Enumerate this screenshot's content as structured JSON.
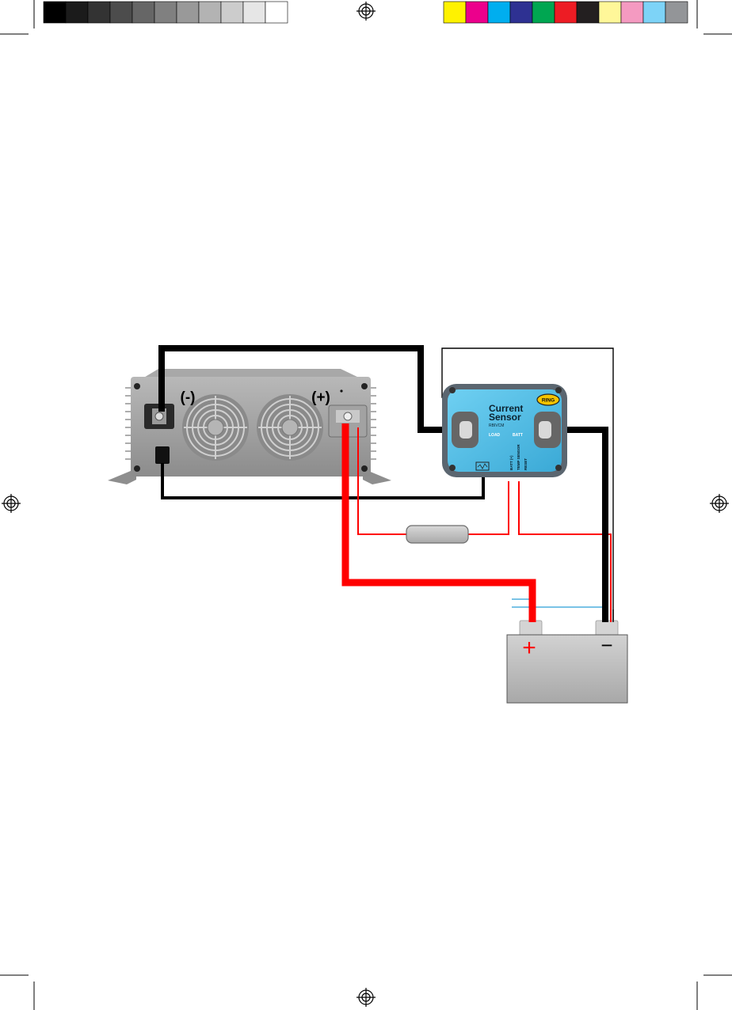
{
  "colors": {
    "gray_steps": [
      "#000000",
      "#1b1b1b",
      "#333333",
      "#4c4c4c",
      "#666666",
      "#808080",
      "#999999",
      "#b3b3b3",
      "#cccccc",
      "#e6e6e6",
      "#ffffff"
    ],
    "process_steps": [
      "#fff200",
      "#ec008c",
      "#00aeef",
      "#2e3192",
      "#00a651",
      "#ed1c24",
      "#231f20",
      "#fff799",
      "#f49ac1",
      "#7dd3f7",
      "#939598"
    ],
    "cable_red": "#ff0000",
    "cable_black": "#000000",
    "sense_wire_blue": "#2a9fd8",
    "sensor_body": "#4fb9e0",
    "inverter_body": "#9c9c9c",
    "battery_body": "#b3b3b3"
  },
  "inverter": {
    "neg_label": "(-)",
    "pos_label": "(+)"
  },
  "sensor": {
    "brand": "RING",
    "title_line1": "Current",
    "title_line2": "Sensor",
    "model": "RBIVCM",
    "load_label": "LOAD",
    "batt_label": "BATT",
    "port_labels": [
      "BATT (+)",
      "TEMP SENSOR",
      "RESET"
    ]
  },
  "battery": {
    "pos_symbol": "+",
    "neg_symbol": "−"
  },
  "icons": [
    "registration-mark-icon",
    "fuse-icon",
    "fan-icon"
  ]
}
